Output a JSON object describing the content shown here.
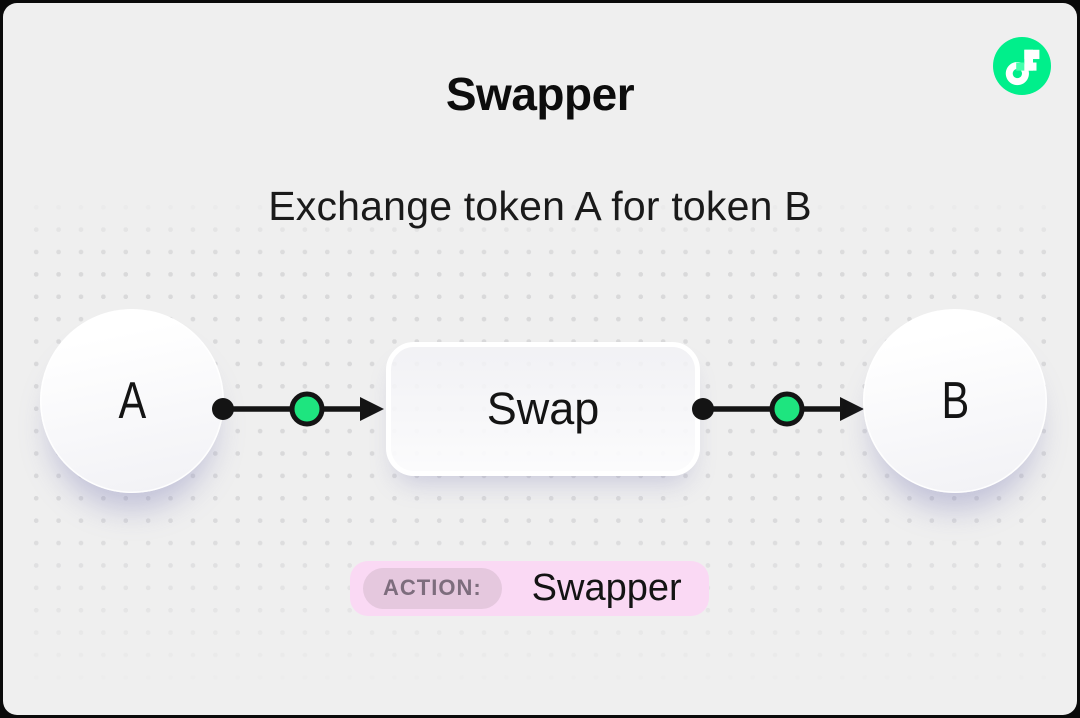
{
  "title": "Swapper",
  "subtitle": "Exchange token A for token B",
  "logo": {
    "name": "flow-brand-logo",
    "brand_color": "#00EF8B",
    "accent_square": "#45FFAD"
  },
  "diagram": {
    "input_node": "A",
    "process_node": "Swap",
    "output_node": "B",
    "flow_direction": "left-to-right",
    "connector_color": "#141414",
    "transfer_dot_color": "#1EE57F"
  },
  "badge": {
    "label": "ACTION:",
    "value": "Swapper",
    "bg": "#FAD9F4",
    "label_bg": "#E5C8DE",
    "label_color": "#7D6D7D"
  },
  "colors": {
    "card_bg": "#EFEFEF",
    "accent_green": "#1EE57F",
    "brand_green": "#00EF8B"
  }
}
